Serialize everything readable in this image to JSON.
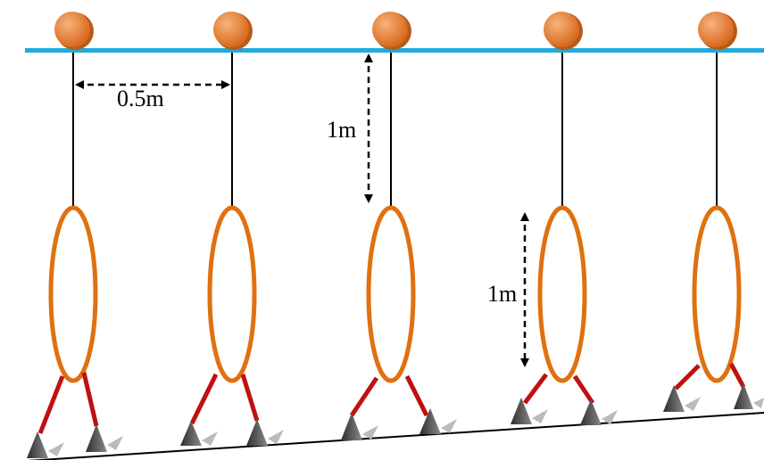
{
  "labels": {
    "spacing": "0.5m",
    "wire_length": "1m",
    "loop_height": "1m"
  },
  "units": 5,
  "colors": {
    "rail": "#22aadd",
    "ball": "#e8823a",
    "loop": "#e07010",
    "wire": "#000000",
    "leg": "#c01010",
    "foot": "#555555"
  }
}
